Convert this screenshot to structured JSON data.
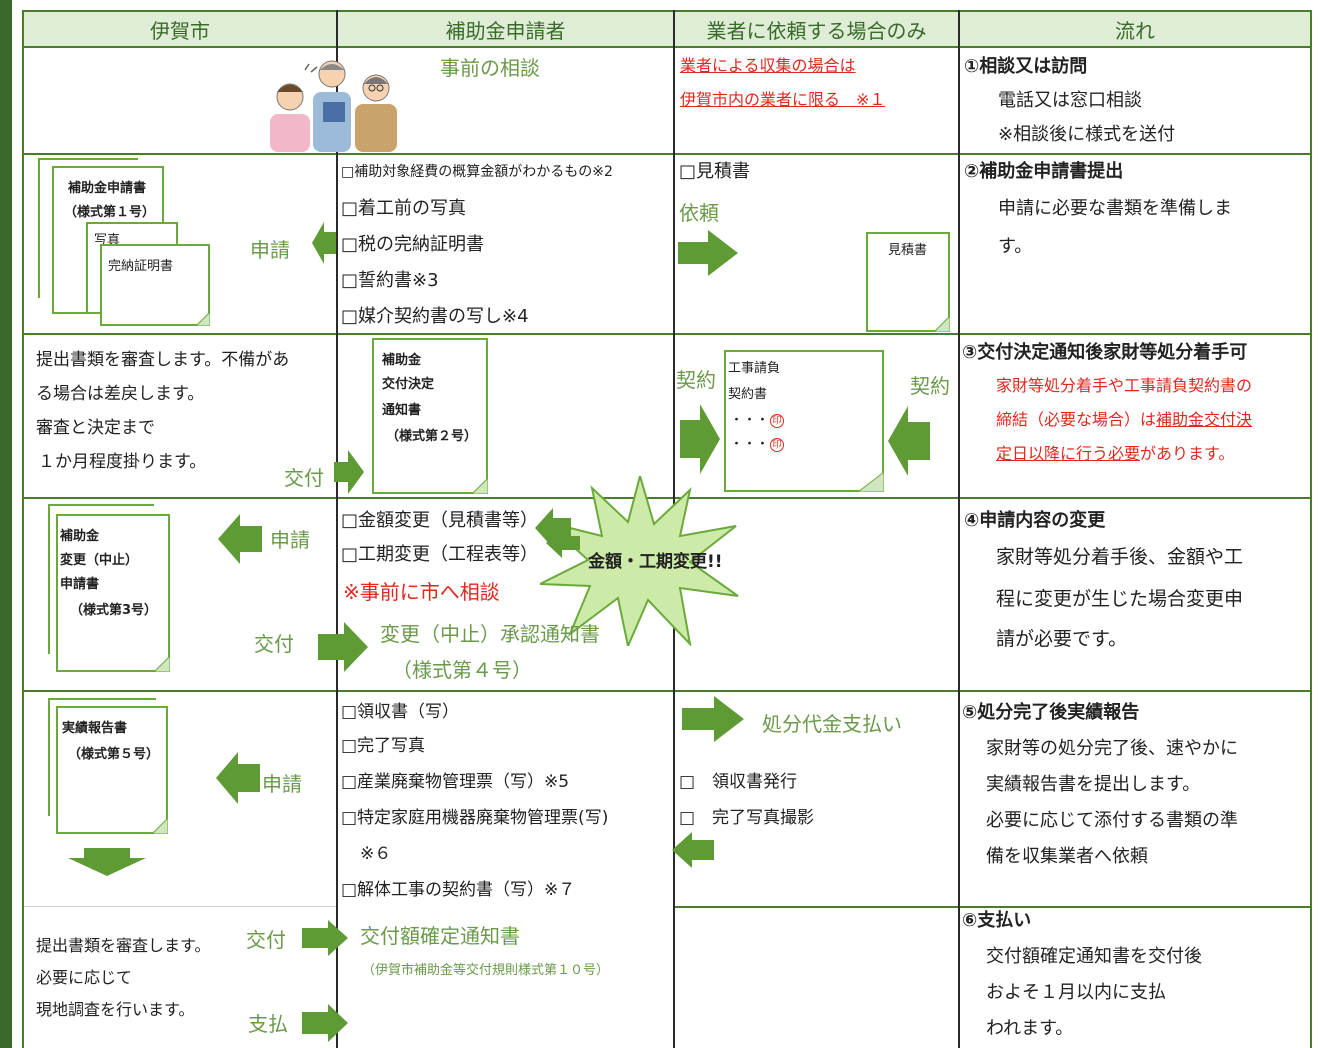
{
  "headers": [
    "伊賀市",
    "補助金申請者",
    "業者に依頼する場合のみ",
    "流れ"
  ],
  "row1": {
    "center": "事前の相談",
    "vendor_line1": "業者による収集の場合は",
    "vendor_line2": "伊賀市内の業者に限る　※１",
    "flow_title": "①相談又は訪問",
    "flow_line1": "電話又は窓口相談",
    "flow_line2": "※相談後に様式を送付"
  },
  "row2": {
    "doc1_line1": "補助金申請書",
    "doc1_line2": "（様式第１号）",
    "doc2": "写真",
    "doc3": "完納証明書",
    "arrow_label": "申請",
    "items": [
      "□補助対象経費の概算金額がわかるもの※2",
      "□着工前の写真",
      "□税の完納証明書",
      "□誓約書※3",
      "□媒介契約書の写し※4"
    ],
    "vendor_item": "□見積書",
    "vendor_arrow": "依頼",
    "estimate_doc": "見積書",
    "flow_title": "②補助金申請書提出",
    "flow_line1": "申請に必要な書類を準備しま",
    "flow_line2": "す。"
  },
  "row3": {
    "city_line1": "提出書類を審査します。不備があ",
    "city_line2": "る場合は差戻します。",
    "city_line3": "審査と決定まで",
    "city_line4": "１か月程度掛ります。",
    "arrow_label": "交付",
    "doc_line1": "補助金",
    "doc_line2": "交付決定",
    "doc_line3": "通知書",
    "doc_line4": "（様式第２号）",
    "contract_left": "契約",
    "contract_right": "契約",
    "contract_doc1": "工事請負",
    "contract_doc2": "契約書",
    "contract_dots": "・・・",
    "seal": "印",
    "flow_title": "③交付決定通知後家財等処分着手可",
    "flow_red1": "家財等処分着手や工事請負契約書の",
    "flow_red2a": "締結（必要な場合）は",
    "flow_red2b": "補助金交付決",
    "flow_red3a": "定日以降に行う必要",
    "flow_red3b": "があります。"
  },
  "row4": {
    "doc_line1": "補助金",
    "doc_line2": "変更（中止）",
    "doc_line3": "申請書",
    "doc_line4": "（様式第3号）",
    "apply_label": "申請",
    "deliver_label": "交付",
    "item1": "□金額変更（見積書等）",
    "item2": "□工期変更（工程表等）",
    "note": "※事前に市へ相談",
    "burst": "金額・工期変更!!",
    "notice1": "変更（中止）承認通知書",
    "notice2": "（様式第４号）",
    "flow_title": "④申請内容の変更",
    "flow_line1": "家財等処分着手後、金額や工",
    "flow_line2": "程に変更が生じた場合変更申",
    "flow_line3": "請が必要です。"
  },
  "row5": {
    "doc_line1": "実績報告書",
    "doc_line2": "（様式第５号）",
    "apply_label": "申請",
    "items": [
      "□領収書（写）",
      "□完了写真",
      "□産業廃棄物管理票（写）※5",
      "□特定家庭用機器廃棄物管理票(写)",
      "※６",
      "□解体工事の契約書（写）※７"
    ],
    "payment": "処分代金支払い",
    "vendor1": "□　領収書発行",
    "vendor2": "□　完了写真撮影",
    "flow_title": "⑤処分完了後実績報告",
    "flow_line1": "家財等の処分完了後、速やかに",
    "flow_line2": "実績報告書を提出します。",
    "flow_line3": "必要に応じて添付する書類の準",
    "flow_line4": "備を収集業者へ依頼"
  },
  "row6": {
    "city_line1": "提出書類を審査します。",
    "city_line2": "必要に応じて",
    "city_line3": "現地調査を行います。",
    "deliver_label": "交付",
    "pay_label": "支払",
    "notice": "交付額確定通知書",
    "notice_sub": "（伊賀市補助金等交付規則様式第１０号）",
    "flow_title": "⑥支払い",
    "flow_line1": "交付額確定通知書を交付後",
    "flow_line2": "およそ１月以内に支払",
    "flow_line3": "われます。"
  },
  "colors": {
    "grid": "#4a7d2b",
    "header_bg": "#dfedd7",
    "arrow": "#5f9b35",
    "doc_border": "#6aaa3a",
    "red": "#e0281e",
    "sidebar": "#3a6a2a"
  }
}
